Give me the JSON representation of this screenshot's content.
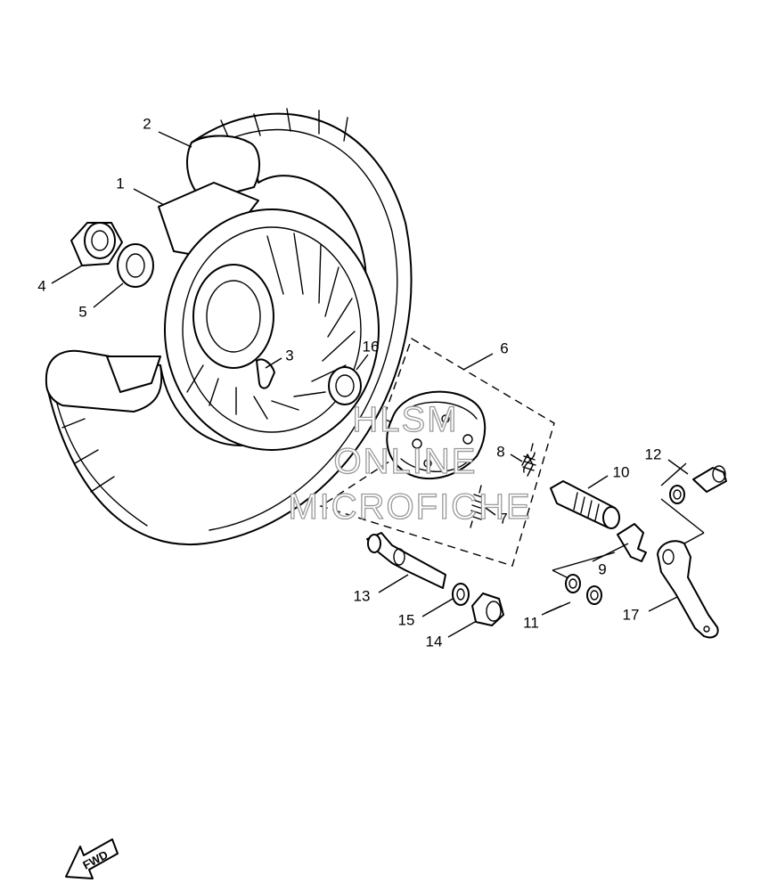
{
  "callouts": [
    {
      "id": "c1",
      "label": "1"
    },
    {
      "id": "c2",
      "label": "2"
    },
    {
      "id": "c3",
      "label": "3"
    },
    {
      "id": "c4",
      "label": "4"
    },
    {
      "id": "c5",
      "label": "5"
    },
    {
      "id": "c6",
      "label": "6"
    },
    {
      "id": "c7",
      "label": "7"
    },
    {
      "id": "c8",
      "label": "8"
    },
    {
      "id": "c9",
      "label": "9"
    },
    {
      "id": "c10",
      "label": "10"
    },
    {
      "id": "c11",
      "label": "11"
    },
    {
      "id": "c12",
      "label": "12"
    },
    {
      "id": "c13",
      "label": "13"
    },
    {
      "id": "c14",
      "label": "14"
    },
    {
      "id": "c15",
      "label": "15"
    },
    {
      "id": "c16",
      "label": "16"
    },
    {
      "id": "c17",
      "label": "17"
    }
  ],
  "watermark": {
    "line1": "HLSM",
    "line2": "ONLINE",
    "line3": "MICROFICHE",
    "color": "#9a9a9a"
  },
  "fwd_marker": {
    "label": "FWD"
  }
}
